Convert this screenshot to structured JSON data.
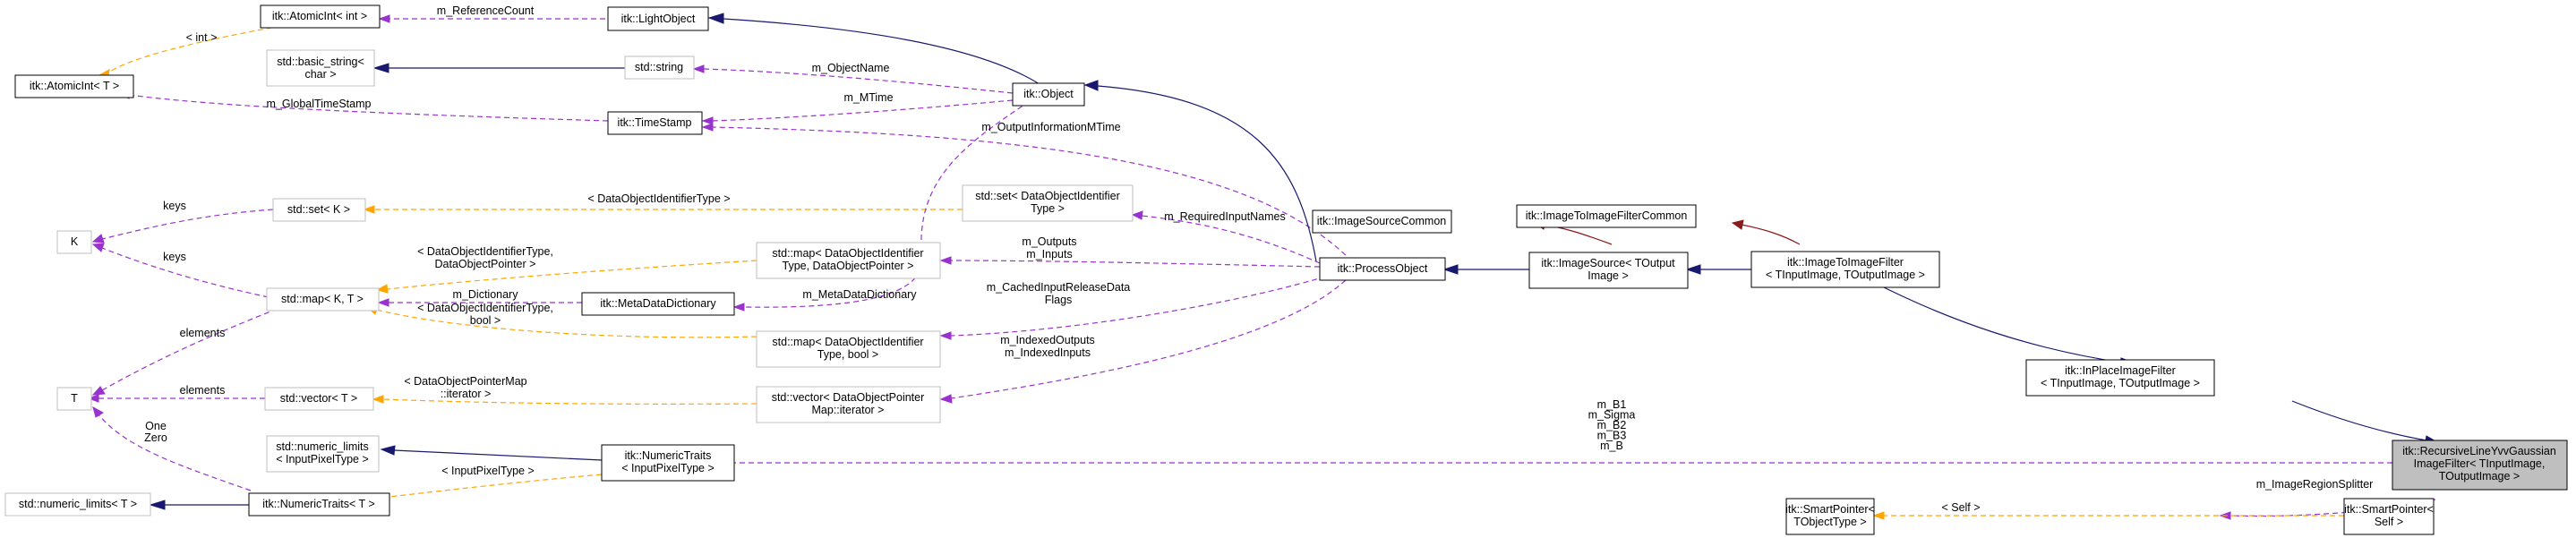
{
  "nodes": {
    "atomicint_int": {
      "lines": [
        "itk::AtomicInt< int >"
      ]
    },
    "lightobject": {
      "lines": [
        "itk::LightObject"
      ]
    },
    "atomicint_t": {
      "lines": [
        "itk::AtomicInt< T >"
      ]
    },
    "basic_string": {
      "lines": [
        "std::basic_string<",
        "char >"
      ]
    },
    "std_string": {
      "lines": [
        "std::string"
      ]
    },
    "object": {
      "lines": [
        "itk::Object"
      ]
    },
    "timestamp": {
      "lines": [
        "itk::TimeStamp"
      ]
    },
    "k": {
      "lines": [
        "K"
      ]
    },
    "set_k": {
      "lines": [
        "std::set< K >"
      ]
    },
    "set_doid": {
      "lines": [
        "std::set< DataObjectIdentifier",
        "Type >"
      ]
    },
    "imagesourcecommon": {
      "lines": [
        "itk::ImageSourceCommon"
      ]
    },
    "imagetoimagefiltercommon": {
      "lines": [
        "itk::ImageToImageFilterCommon"
      ]
    },
    "map_kt": {
      "lines": [
        "std::map< K, T >"
      ]
    },
    "map_doid_dop": {
      "lines": [
        "std::map< DataObjectIdentifier",
        "Type, DataObjectPointer >"
      ]
    },
    "processobject": {
      "lines": [
        "itk::ProcessObject"
      ]
    },
    "imagesource": {
      "lines": [
        "itk::ImageSource< TOutput",
        "Image >"
      ]
    },
    "imagetoimagefilter": {
      "lines": [
        "itk::ImageToImageFilter",
        "< TInputImage, TOutputImage >"
      ]
    },
    "metadatadictionary": {
      "lines": [
        "itk::MetaDataDictionary"
      ]
    },
    "map_doid_bool": {
      "lines": [
        "std::map< DataObjectIdentifier",
        "Type, bool >"
      ]
    },
    "t": {
      "lines": [
        "T"
      ]
    },
    "vector_t": {
      "lines": [
        "std::vector< T >"
      ]
    },
    "vector_dop": {
      "lines": [
        "std::vector< DataObjectPointer",
        "Map::iterator >"
      ]
    },
    "inplaceimagefilter": {
      "lines": [
        "itk::InPlaceImageFilter",
        "< TInputImage, TOutputImage >"
      ]
    },
    "numeric_limits_ipt": {
      "lines": [
        "std::numeric_limits",
        "< InputPixelType >"
      ]
    },
    "numerictraits_ipt": {
      "lines": [
        "itk::NumericTraits",
        "< InputPixelType >"
      ]
    },
    "recursive": {
      "lines": [
        "itk::RecursiveLineYvvGaussian",
        "ImageFilter< TInputImage,",
        "TOutputImage >"
      ]
    },
    "numeric_limits_t": {
      "lines": [
        "std::numeric_limits< T >"
      ]
    },
    "numerictraits_t": {
      "lines": [
        "itk::NumericTraits< T >"
      ]
    },
    "smartpointer_tobj": {
      "lines": [
        "itk::SmartPointer<",
        "TObjectType >"
      ]
    },
    "smartpointer_self": {
      "lines": [
        "itk::SmartPointer<",
        "Self >"
      ]
    }
  },
  "edge_labels": {
    "int": [
      "< int >"
    ],
    "refcount": [
      "m_ReferenceCount"
    ],
    "globaltime": [
      "m_GlobalTimeStamp"
    ],
    "objectname": [
      "m_ObjectName"
    ],
    "mtime": [
      "m_MTime"
    ],
    "outputinfo": [
      "m_OutputInformationMTime"
    ],
    "doidtype": [
      "< DataObjectIdentifierType >"
    ],
    "keys1": [
      "keys"
    ],
    "keys2": [
      "keys"
    ],
    "requiredinputs": [
      "m_RequiredInputNames"
    ],
    "doid_dop": [
      "< DataObjectIdentifierType,",
      "DataObjectPointer >"
    ],
    "outputs": [
      "m_Outputs",
      "m_Inputs"
    ],
    "dictionary": [
      "m_Dictionary"
    ],
    "metadict": [
      "m_MetaDataDictionary"
    ],
    "doid_bool": [
      "< DataObjectIdentifierType,",
      "bool >"
    ],
    "cached": [
      "m_CachedInputReleaseData",
      "Flags"
    ],
    "elements1": [
      "elements"
    ],
    "elements2": [
      "elements"
    ],
    "indexed": [
      "m_IndexedOutputs",
      "m_IndexedInputs"
    ],
    "dopmap": [
      "< DataObjectPointerMap",
      "::iterator >"
    ],
    "bs": [
      "m_B1",
      "m_Sigma",
      "m_B2",
      "m_B3",
      "m_B"
    ],
    "onezero": [
      "One",
      "Zero"
    ],
    "inputpixel": [
      "< InputPixelType >"
    ],
    "regionsplitter": [
      "m_ImageRegionSplitter"
    ],
    "self": [
      "< Self >"
    ]
  },
  "colors": {
    "inheritance": "#191970",
    "template": "#ffa500",
    "usage": "#9a32cd",
    "darkred": "#8b1a1a",
    "focus_fill": "#bfbfbf",
    "grey_border": "#bfbfbf"
  }
}
